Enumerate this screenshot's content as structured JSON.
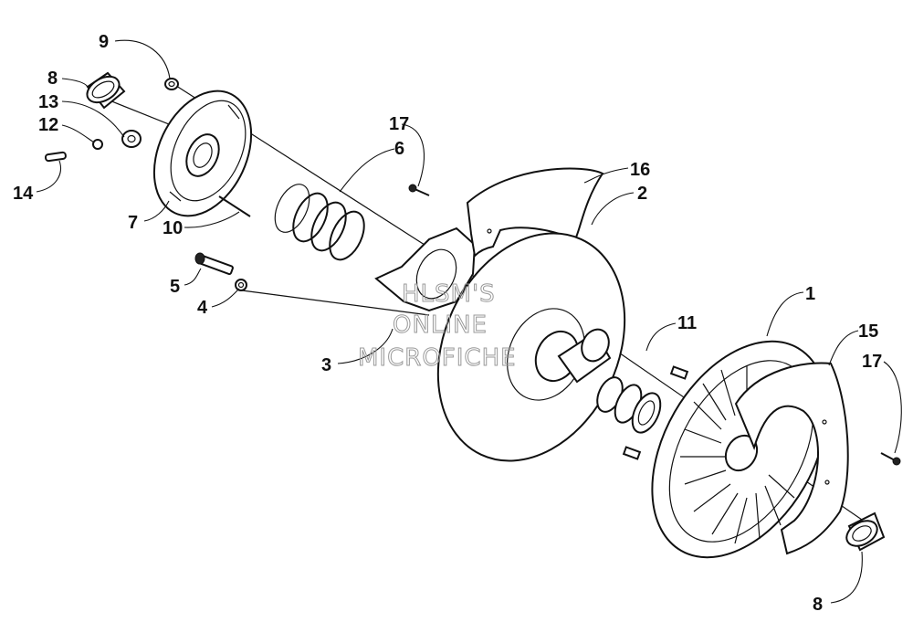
{
  "diagram": {
    "callouts": [
      {
        "id": "c9",
        "label": "9"
      },
      {
        "id": "c8a",
        "label": "8"
      },
      {
        "id": "c13",
        "label": "13"
      },
      {
        "id": "c12",
        "label": "12"
      },
      {
        "id": "c14",
        "label": "14"
      },
      {
        "id": "c7",
        "label": "7"
      },
      {
        "id": "c10",
        "label": "10"
      },
      {
        "id": "c5",
        "label": "5"
      },
      {
        "id": "c4",
        "label": "4"
      },
      {
        "id": "c17a",
        "label": "17"
      },
      {
        "id": "c6",
        "label": "6"
      },
      {
        "id": "c16",
        "label": "16"
      },
      {
        "id": "c2",
        "label": "2"
      },
      {
        "id": "c3",
        "label": "3"
      },
      {
        "id": "c11",
        "label": "11"
      },
      {
        "id": "c1",
        "label": "1"
      },
      {
        "id": "c15",
        "label": "15"
      },
      {
        "id": "c17b",
        "label": "17"
      },
      {
        "id": "c8b",
        "label": "8"
      }
    ],
    "watermark": [
      "HLSM'S",
      "ONLINE",
      "MICROFICHE"
    ]
  }
}
